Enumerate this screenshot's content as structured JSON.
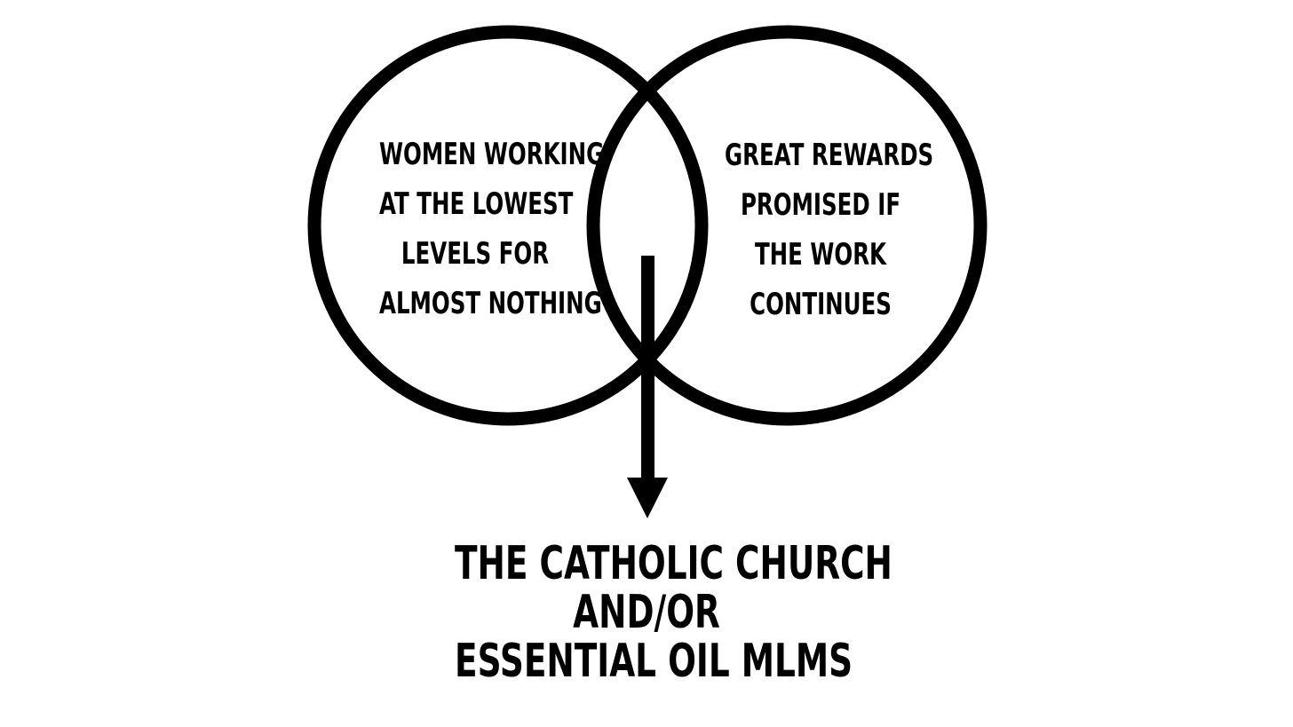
{
  "left_circle": {
    "lines": [
      "WOMEN WORKING",
      "AT THE LOWEST",
      "LEVELS FOR",
      "ALMOST NOTHING"
    ]
  },
  "right_circle": {
    "lines": [
      "GREAT REWARDS",
      "PROMISED IF",
      "THE WORK",
      "CONTINUES"
    ]
  },
  "result": {
    "lines": [
      "THE CATHOLIC CHURCH",
      "AND/OR",
      "ESSENTIAL OIL MLMS"
    ]
  },
  "colors": {
    "stroke": "#000000",
    "background": "#ffffff"
  }
}
